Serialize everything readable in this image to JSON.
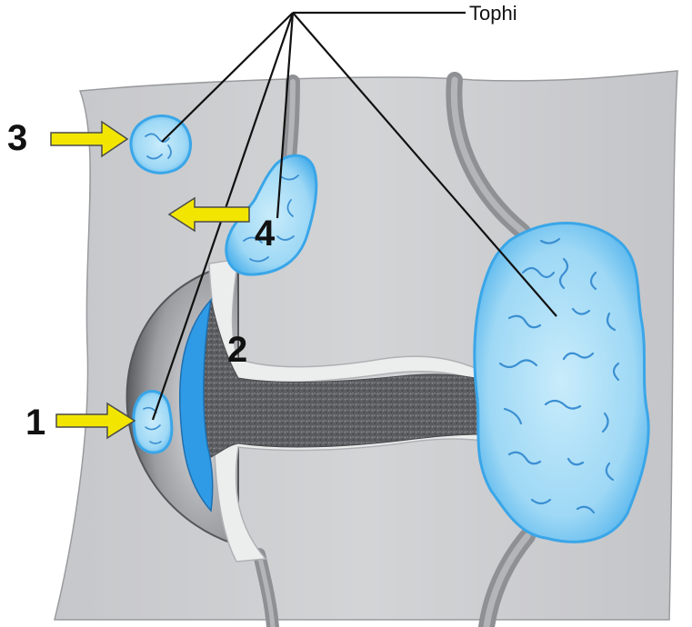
{
  "figure": {
    "callout_label": "Tophi",
    "numbers": {
      "one": "1",
      "two": "2",
      "three": "3",
      "four": "4"
    }
  },
  "colors": {
    "background": "#ffffff",
    "skin": "#cfd0d2",
    "skin_shadow": "#bfc0c3",
    "bone": "#c8c9cc",
    "cartilage": "#ecedee",
    "joint_space": "#5f6063",
    "synovium_blue": "#2f9be6",
    "tophus_fill": "#a9dcf6",
    "tophus_edge": "#3aa6e8",
    "tophus_squiggle": "#3b8fd2",
    "arrow_yellow": "#f2e600",
    "arrow_outline": "#4a4a4a",
    "vessel": "#8f9094",
    "callout_line": "#111111"
  },
  "icons": {
    "arrow": "yellow-right-arrow",
    "arrow_left": "yellow-left-arrow"
  }
}
